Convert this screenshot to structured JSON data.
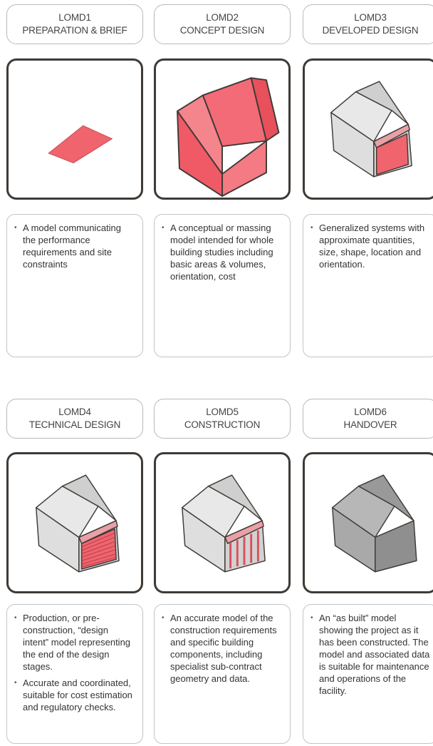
{
  "stages": [
    {
      "code": "LOMD1",
      "name": "PREPARATION & BRIEF",
      "bullets": [
        "A model communicating the performance requirements and site constraints"
      ]
    },
    {
      "code": "LOMD2",
      "name": "CONCEPT DESIGN",
      "bullets": [
        "A conceptual or massing model intended for whole building studies including basic areas & volumes, orientation, cost"
      ]
    },
    {
      "code": "LOMD3",
      "name": "DEVELOPED DESIGN",
      "bullets": [
        "Generalized systems with approximate quantities, size, shape, location and orientation."
      ]
    },
    {
      "code": "LOMD4",
      "name": "TECHNICAL DESIGN",
      "bullets": [
        "Production, or pre-construction, “design intent” model representing the end of the design stages.",
        "Accurate and coordinated, suitable for cost estimation and regulatory checks."
      ]
    },
    {
      "code": "LOMD5",
      "name": "CONSTRUCTION",
      "bullets": [
        "An accurate model of the construction requirements and specific building components, including specialist sub-contract geometry and data."
      ]
    },
    {
      "code": "LOMD6",
      "name": "HANDOVER",
      "bullets": [
        "An “as built” model showing the project as it has been constructed. The model and associated data is suitable for maintenance and operations of the facility."
      ]
    }
  ],
  "colors": {
    "highlight": "#f0646e",
    "outline": "#3f3a36",
    "grey": "#d9d9d9",
    "dark_grey": "#8f8f8f"
  }
}
